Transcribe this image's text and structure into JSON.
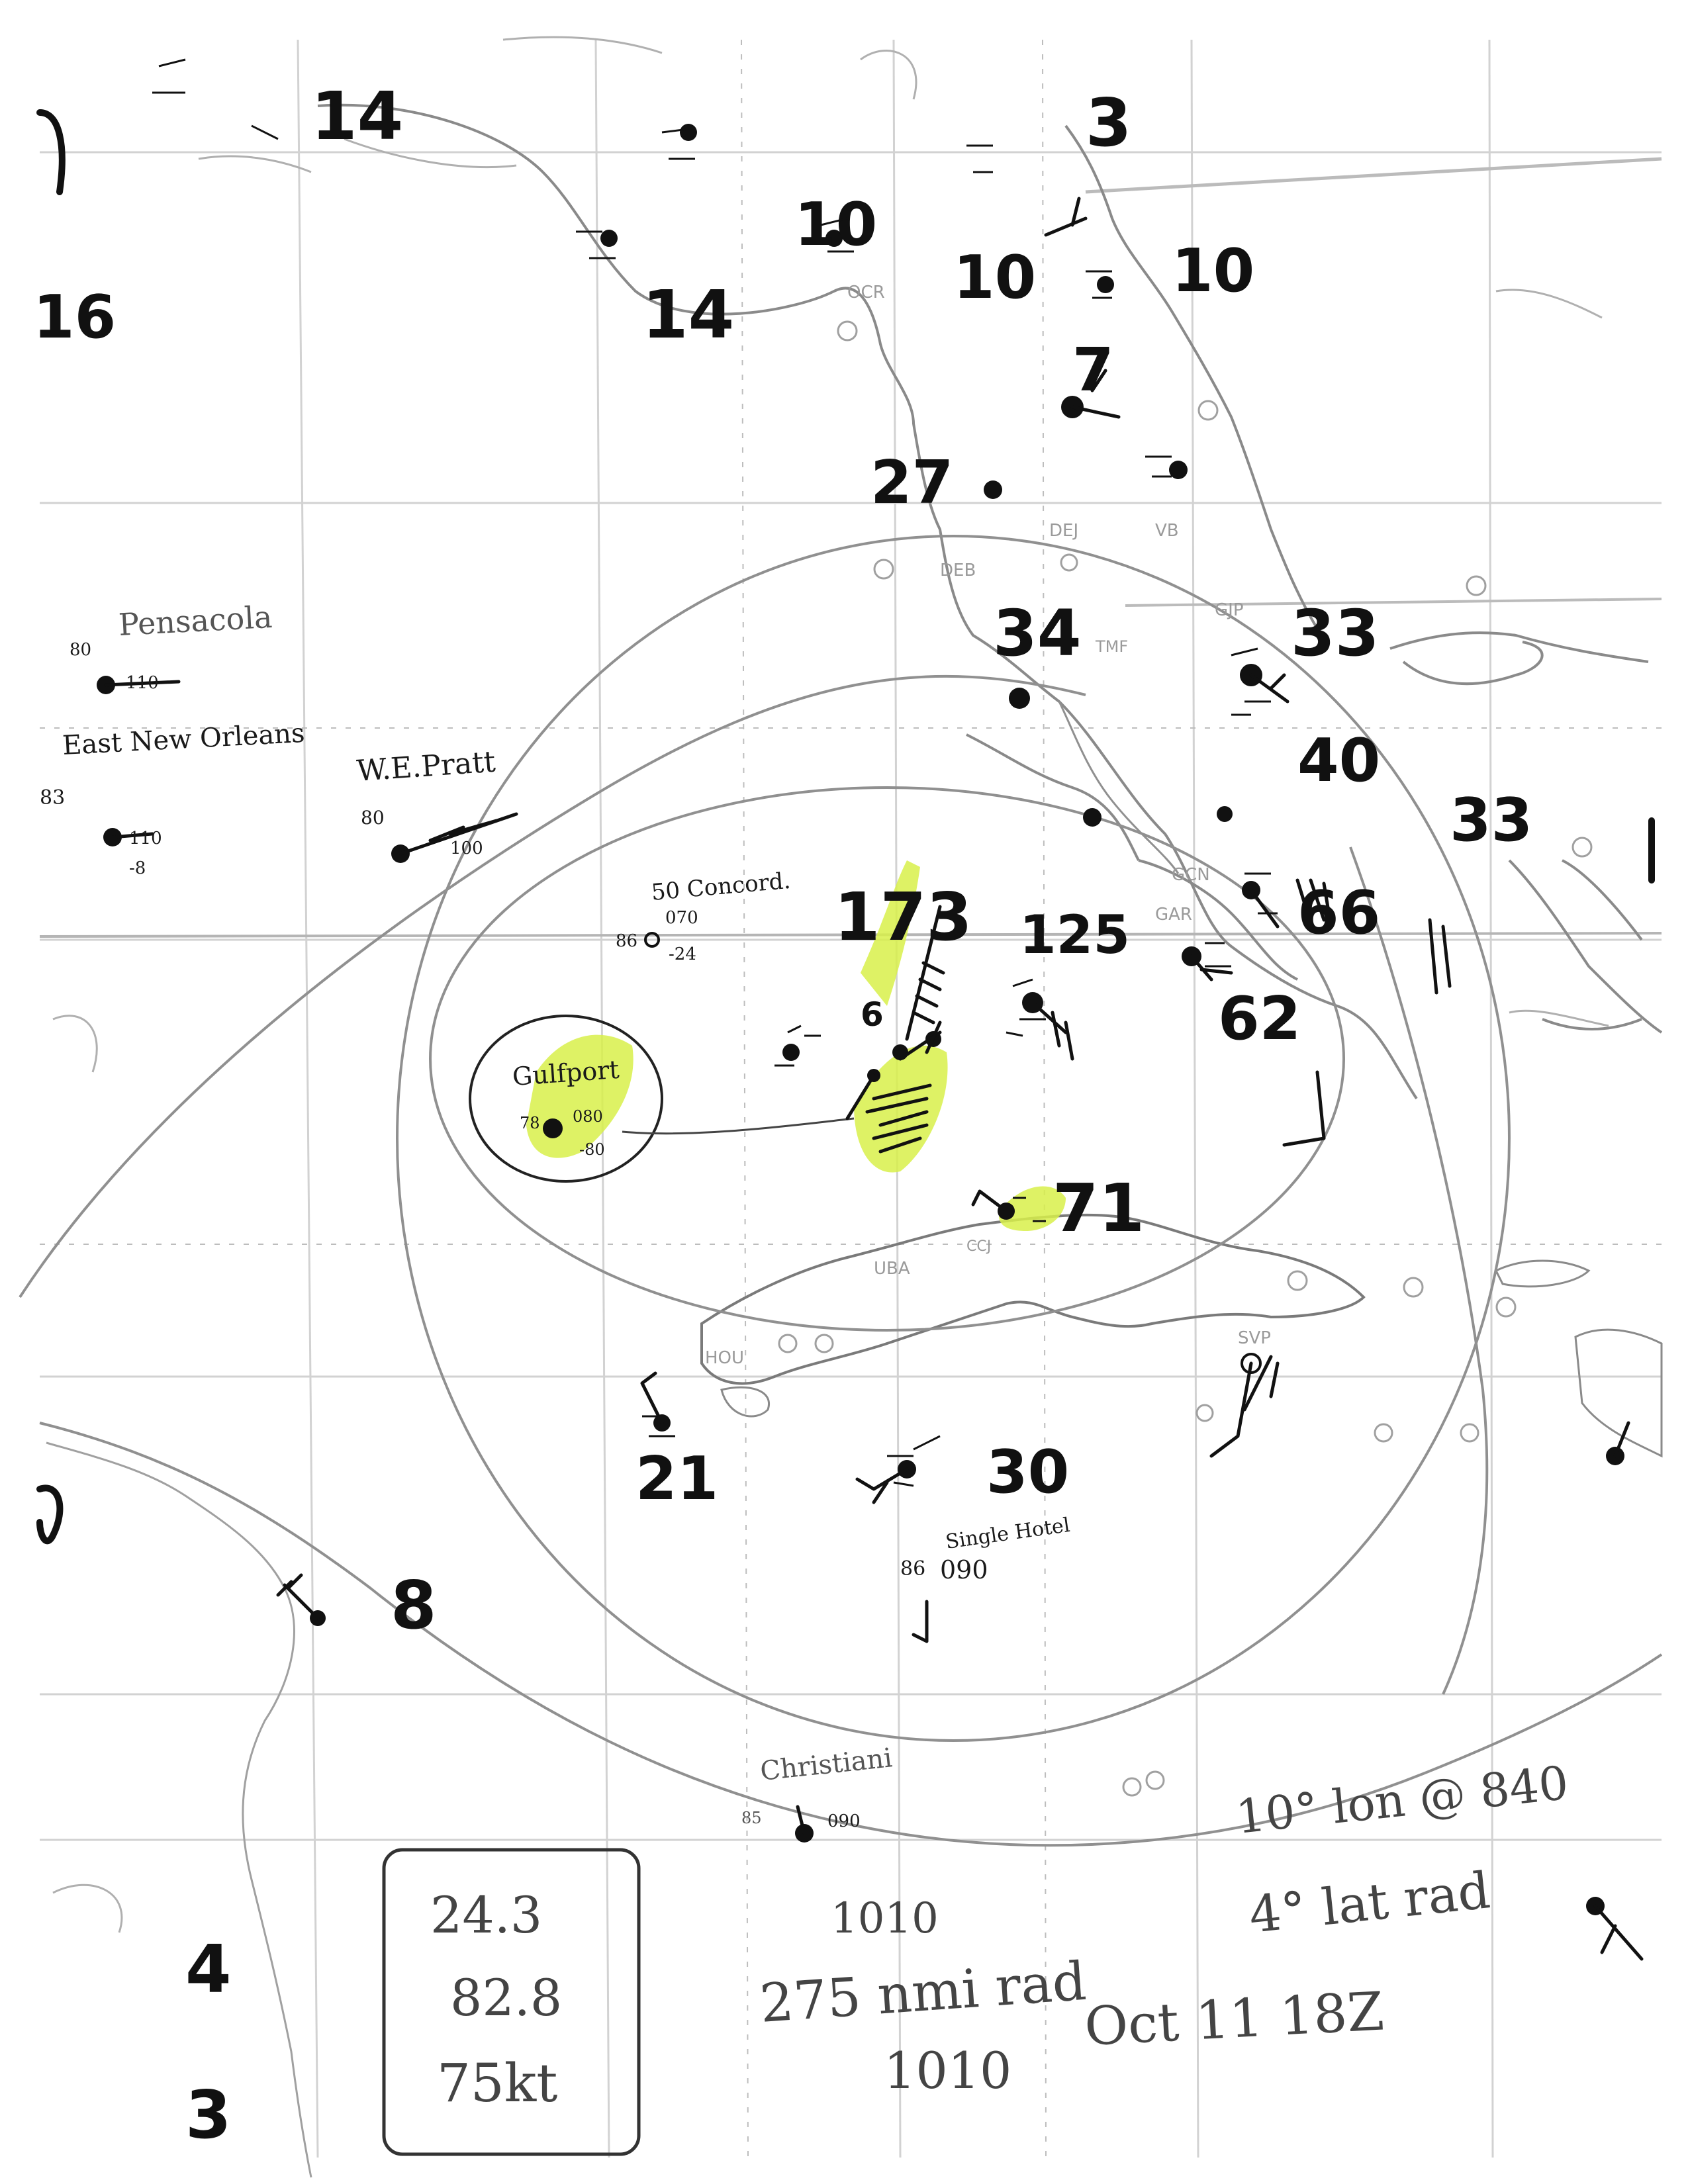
{
  "stations": [
    {
      "id": "gulfport",
      "label": "Gulfport",
      "temp": "78",
      "pressure": "080",
      "tendency": "-80"
    },
    {
      "id": "concord",
      "label": "50 Concord.",
      "temp": "86",
      "pressure": "070",
      "tendency": "-24"
    },
    {
      "id": "single-hotel",
      "label": "Single Hotel",
      "temp": "86",
      "pressure": "090"
    },
    {
      "id": "pensacola",
      "label": "Pensacola",
      "temp": "80",
      "pressure": "110"
    },
    {
      "id": "east-new-orleans",
      "label": "East New Orleans",
      "temp": "83",
      "pressure": "110",
      "tendency": "-8"
    },
    {
      "id": "we-pratt",
      "label": "W.E.Pratt",
      "temp": "80",
      "pressure": "100"
    },
    {
      "id": "christiani",
      "label": "Christiani",
      "temp": "85",
      "pressure": "090"
    }
  ],
  "station_codes": [
    "OCR",
    "DEJ",
    "DEB",
    "VB",
    "GJP",
    "GCN",
    "GAR",
    "UBA",
    "HOU",
    "SVP",
    "CCJ",
    "TMF"
  ],
  "big_numbers": [
    "14",
    "3",
    "10",
    "10",
    "10",
    "7",
    "27",
    "16",
    "14",
    "34",
    "33",
    "40",
    "33",
    "66",
    "62",
    "173",
    "125",
    "6",
    "71",
    "30",
    "21",
    "8",
    "4",
    "3"
  ],
  "isobar_labels": [
    "1010",
    "1010"
  ],
  "summary_box": {
    "lat": "24.3",
    "lon": "82.8",
    "wind": "75kt"
  },
  "notes": {
    "radius_nmi": "275 nmi rad",
    "lon_note": "10° lon @ 840",
    "lat_note": "4° lat rad",
    "datetime": "Oct 11 18Z"
  },
  "colors": {
    "highlight": "#d8f04a",
    "ink": "#111111",
    "isobar": "#8f8f8f",
    "grid": "#cfcfcf",
    "coast": "#7a7a7a"
  }
}
